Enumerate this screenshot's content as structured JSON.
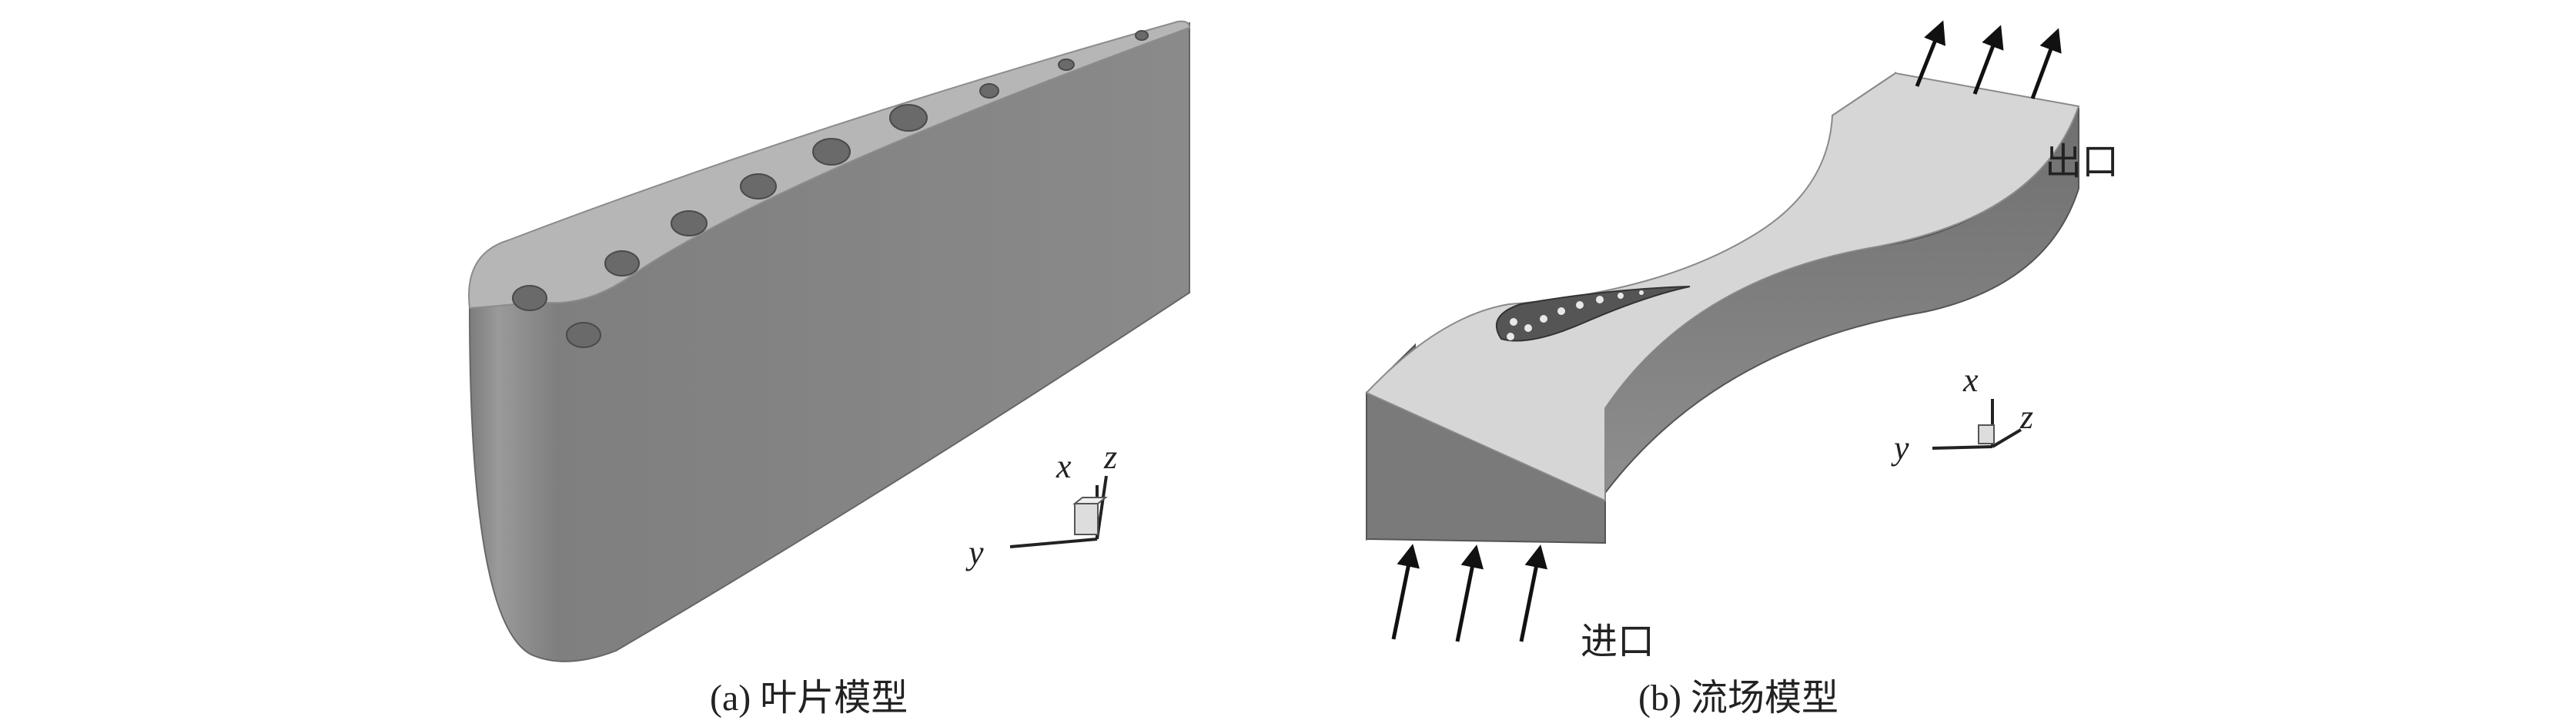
{
  "panel_a": {
    "caption": "(a) 叶片模型",
    "axes": {
      "x": "x",
      "y": "y",
      "z": "z"
    }
  },
  "panel_b": {
    "caption": "(b) 流场模型",
    "inlet_label": "进口",
    "outlet_label": "出口",
    "axes": {
      "x": "x",
      "y": "y",
      "z": "z"
    }
  },
  "colors": {
    "side_face": "#8a8a8a",
    "top_face_blade": "#b4b4b4",
    "top_face_channel": "#d6d6d6",
    "hole": "#6a6a6a",
    "arrow": "#111111"
  }
}
